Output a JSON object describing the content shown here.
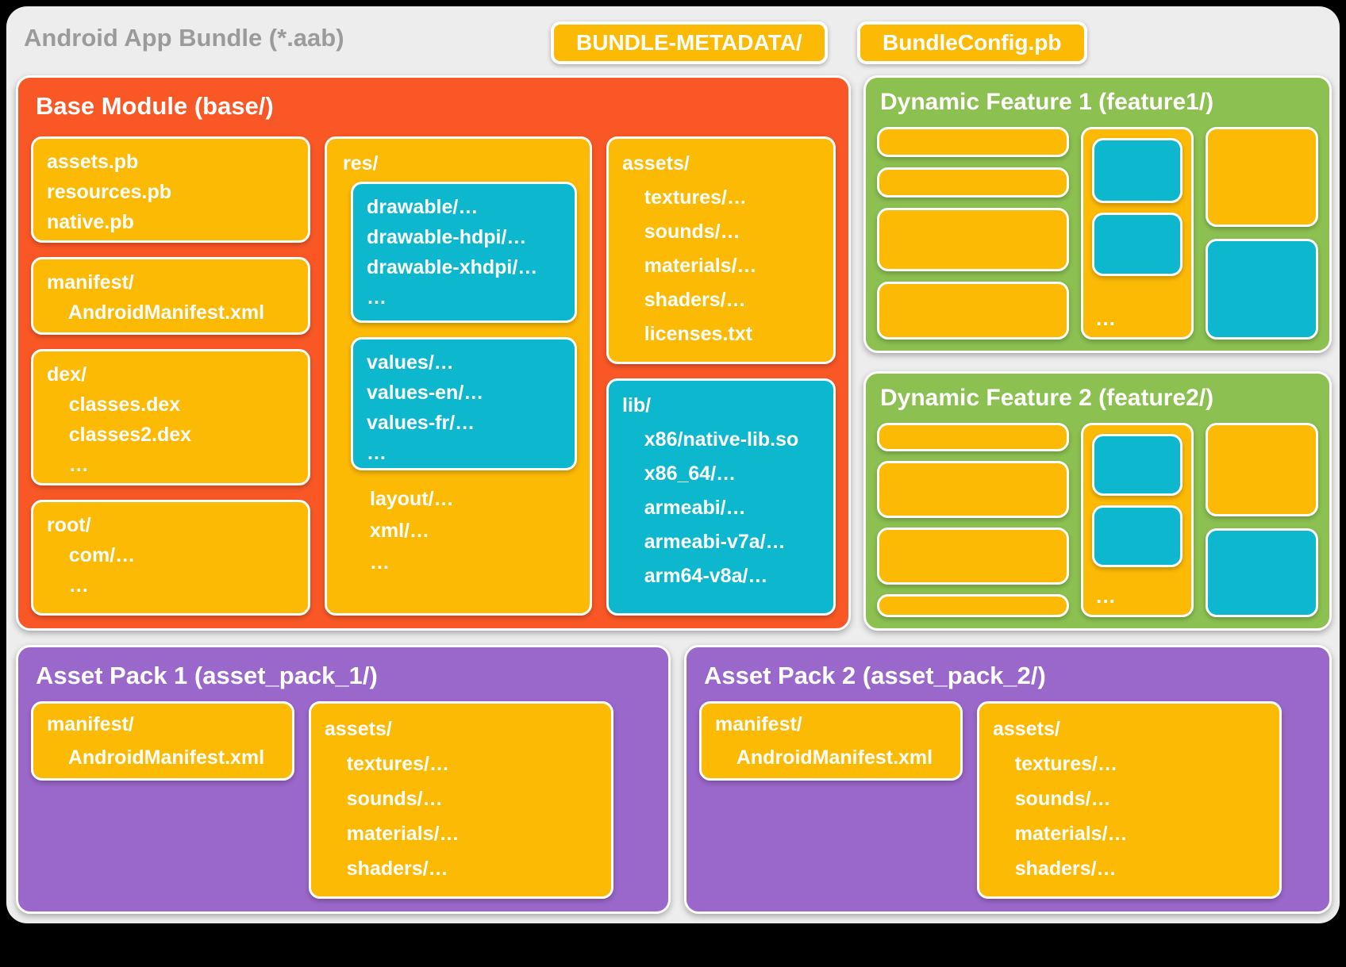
{
  "title": "Android App Bundle (*.aab)",
  "chips": {
    "bundle_metadata": "BUNDLE-METADATA/",
    "bundle_config": "BundleConfig.pb"
  },
  "base_module": {
    "title": "Base Module (base/)",
    "pb_box": [
      "assets.pb",
      "resources.pb",
      "native.pb"
    ],
    "manifest_box": [
      "manifest/",
      "    AndroidManifest.xml"
    ],
    "dex_box": [
      "dex/",
      "    classes.dex",
      "    classes2.dex",
      "    …"
    ],
    "root_box": [
      "root/",
      "    com/…",
      "    …"
    ],
    "res_box": {
      "label": "res/",
      "drawable_box": [
        "drawable/…",
        "drawable-hdpi/…",
        "drawable-xhdpi/…",
        "…"
      ],
      "values_box": [
        "values/…",
        "values-en/…",
        "values-fr/…",
        "…"
      ],
      "extra_lines": [
        "layout/…",
        "xml/…",
        "…"
      ]
    },
    "assets_box": [
      "assets/",
      "    textures/…",
      "    sounds/…",
      "    materials/…",
      "    shaders/…",
      "    licenses.txt"
    ],
    "lib_box": [
      "lib/",
      "    x86/native-lib.so",
      "    x86_64/…",
      "    armeabi/…",
      "    armeabi-v7a/…",
      "    arm64-v8a/…"
    ]
  },
  "dynamic_feature_1": {
    "title": "Dynamic Feature 1 (feature1/)",
    "ellipsis": "…"
  },
  "dynamic_feature_2": {
    "title": "Dynamic Feature 2 (feature2/)",
    "ellipsis": "…"
  },
  "asset_pack_1": {
    "title": "Asset Pack 1 (asset_pack_1/)",
    "manifest_box": [
      "manifest/",
      "    AndroidManifest.xml"
    ],
    "assets_box": [
      "assets/",
      "    textures/…",
      "    sounds/…",
      "    materials/…",
      "    shaders/…"
    ]
  },
  "asset_pack_2": {
    "title": "Asset Pack 2 (asset_pack_2/)",
    "manifest_box": [
      "manifest/",
      "    AndroidManifest.xml"
    ],
    "assets_box": [
      "assets/",
      "    textures/…",
      "    sounds/…",
      "    materials/…",
      "    shaders/…"
    ]
  },
  "colors": {
    "orange": "#f95826",
    "yellow": "#fcba05",
    "cyan": "#0db8ce",
    "green": "#8cc051",
    "purple": "#9a67ca",
    "canvas": "#ededed",
    "title_gray": "#9b9b9b"
  }
}
